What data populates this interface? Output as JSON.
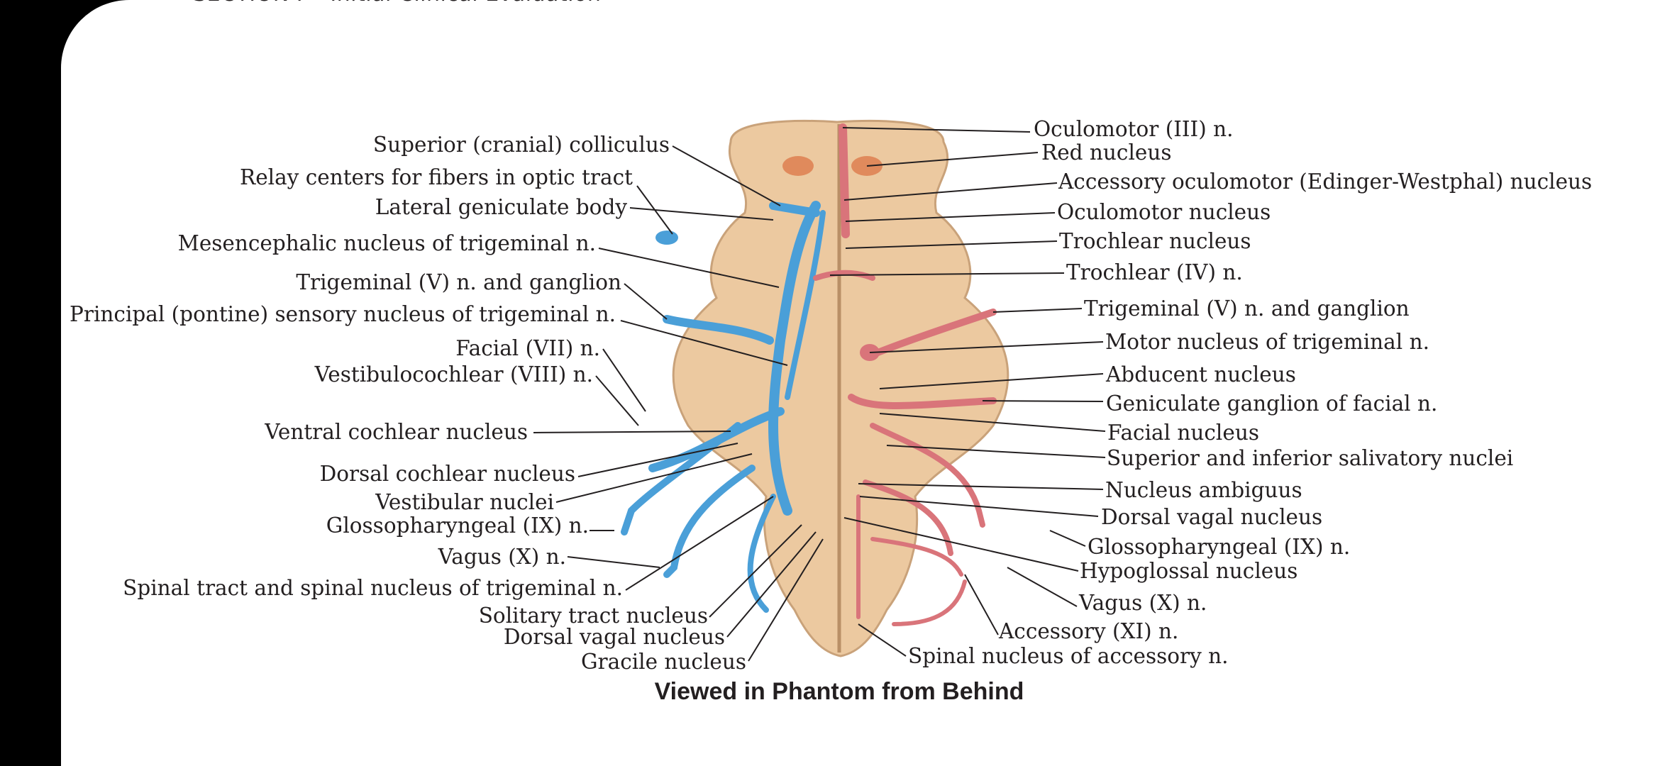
{
  "header": {
    "section_text": "SECTION I  •  Initial Clinical Evaluation"
  },
  "figure": {
    "caption": "Viewed in Phantom from Behind",
    "labels_left": [
      "Superior (cranial) colliculus",
      "Relay centers for fibers in optic tract",
      "Lateral geniculate body",
      "Mesencephalic nucleus of trigeminal n.",
      "Trigeminal (V) n. and ganglion",
      "Principal (pontine) sensory nucleus of trigeminal n.",
      "Facial (VII) n.",
      "Vestibulocochlear (VIII) n.",
      "Ventral cochlear nucleus",
      "Dorsal cochlear nucleus",
      "Vestibular nuclei",
      "Glossopharyngeal (IX) n.",
      "Vagus (X) n.",
      "Spinal tract and spinal nucleus of trigeminal n.",
      "Solitary tract nucleus",
      "Dorsal vagal nucleus",
      "Gracile nucleus"
    ],
    "labels_right": [
      "Oculomotor (III) n.",
      "Red nucleus",
      "Accessory oculomotor (Edinger-Westphal) nucleus",
      "Oculomotor nucleus",
      "Trochlear nucleus",
      "Trochlear (IV) n.",
      "Trigeminal (V) n. and ganglion",
      "Motor nucleus of trigeminal n.",
      "Abducent nucleus",
      "Geniculate ganglion of facial n.",
      "Facial nucleus",
      "Superior and inferior salivatory nuclei",
      "Nucleus ambiguus",
      "Dorsal vagal nucleus",
      "Glossopharyngeal (IX) n.",
      "Hypoglossal nucleus",
      "Vagus (X) n.",
      "Accessory (XI) n.",
      "Spinal nucleus of accessory n."
    ]
  },
  "colors": {
    "sensory": "#4a9fd8",
    "motor": "#d9747a",
    "brainstem": "#ecc9a0",
    "red_nucleus": "#e08a5c",
    "leader_line": "#231f20"
  }
}
